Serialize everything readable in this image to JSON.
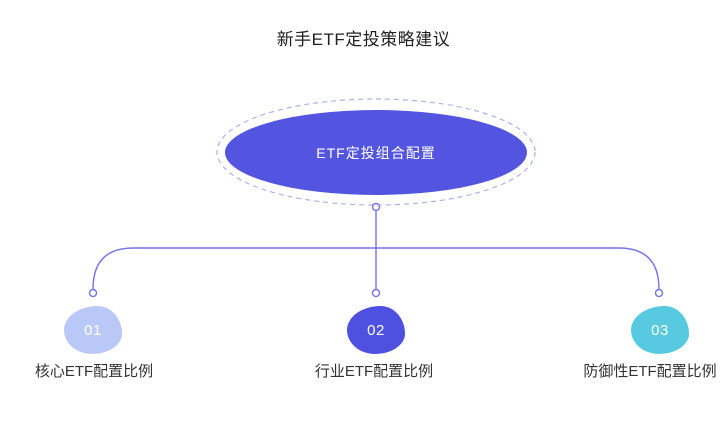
{
  "title": "新手ETF定投策略建议",
  "root": {
    "label": "ETF定投组合配置",
    "fill": "#5355E1",
    "text_color": "#FFFFFF"
  },
  "branches": [
    {
      "number": "01",
      "label": "核心ETF配置比例",
      "fill": "#B9C8F6"
    },
    {
      "number": "02",
      "label": "行业ETF配置比例",
      "fill": "#4E50E0"
    },
    {
      "number": "03",
      "label": "防御性ETF配置比例",
      "fill": "#57C9E0"
    }
  ],
  "colors": {
    "background": "#FFFFFF",
    "connector": "#7375E4",
    "dashed_outline": "#AEB0F0",
    "ring_fill": "#FFFFFF",
    "title_text": "#212121",
    "label_text": "#333333",
    "number_text": "#FFFFFF"
  }
}
